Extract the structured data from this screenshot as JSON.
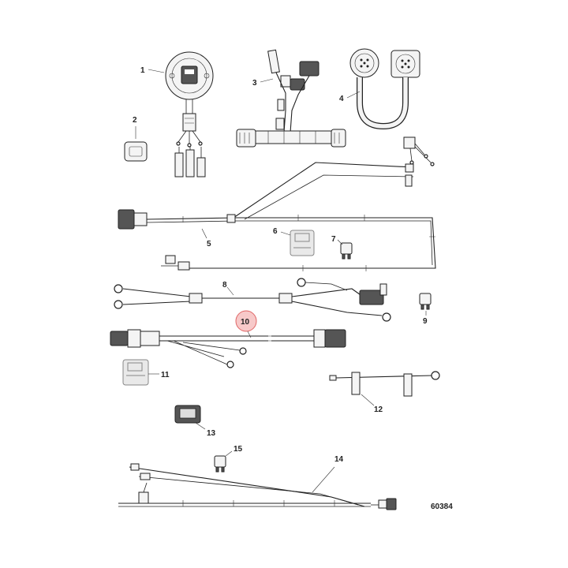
{
  "callouts": {
    "c1": "1",
    "c2": "2",
    "c3": "3",
    "c4": "4",
    "c5": "5",
    "c6": "6",
    "c7": "7",
    "c8": "8",
    "c9": "9",
    "c10": "10",
    "c11": "11",
    "c12": "12",
    "c13": "13",
    "c14": "14",
    "c15": "15"
  },
  "highlighted_callout": "10",
  "figure_number": "60384",
  "colors": {
    "highlight_fill": "#f7c9c9",
    "highlight_stroke": "#e06666",
    "line": "#222222"
  }
}
